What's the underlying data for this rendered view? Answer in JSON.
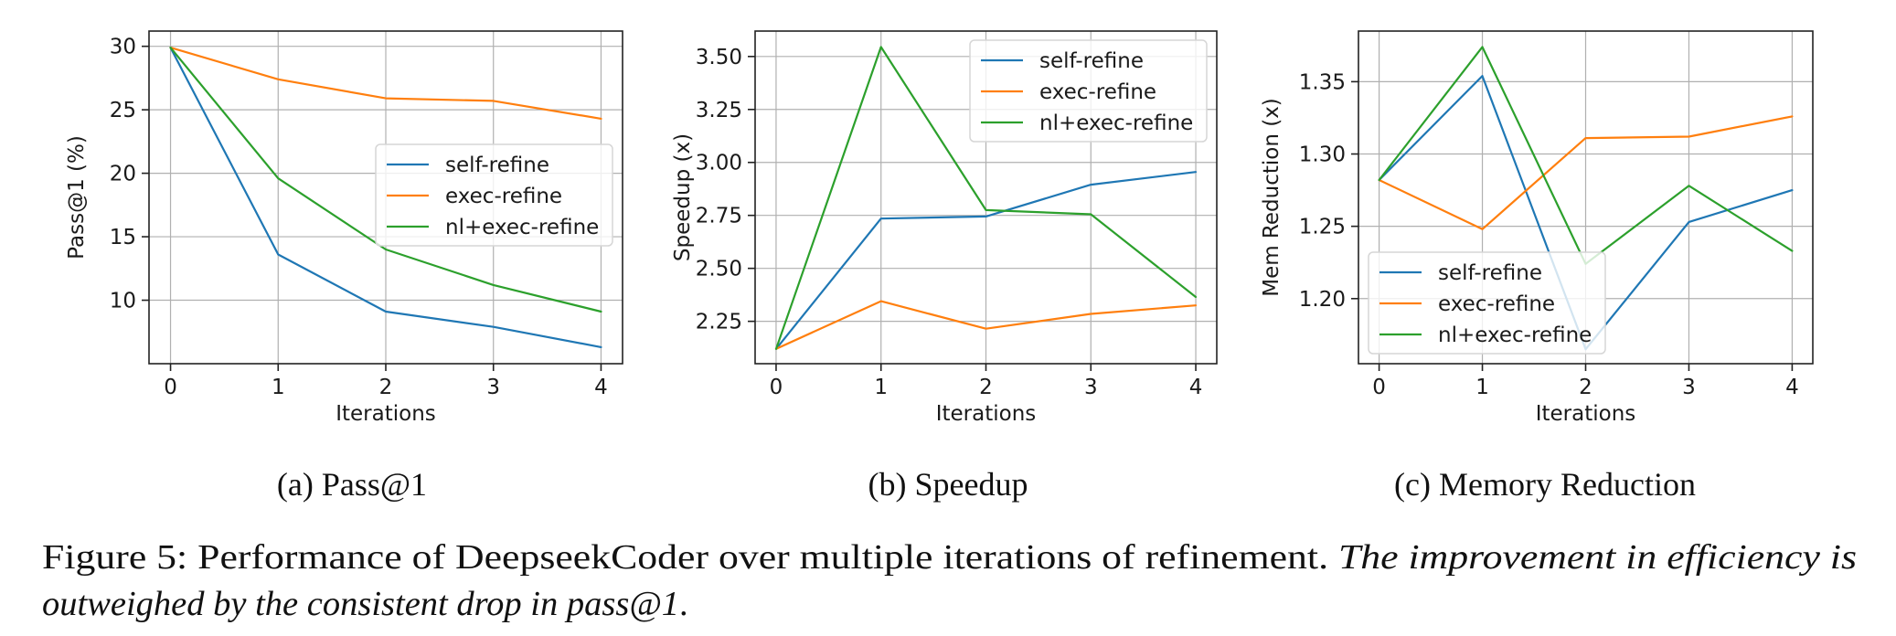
{
  "chart_data": [
    {
      "type": "line",
      "title": "",
      "subcaption": "(a) Pass@1",
      "xlabel": "Iterations",
      "ylabel": "Pass@1 (%)",
      "x": [
        0,
        1,
        2,
        3,
        4
      ],
      "xlim": [
        -0.2,
        4.2
      ],
      "ylim": [
        5.0,
        31.2
      ],
      "yticks": [
        10,
        15,
        20,
        25,
        30
      ],
      "ytick_labels": [
        "10",
        "15",
        "20",
        "25",
        "30"
      ],
      "grid": true,
      "legend_position": "center-right",
      "series": [
        {
          "name": "self-refine",
          "values": [
            29.9,
            13.6,
            9.1,
            7.9,
            6.3
          ],
          "color": "#1f77b4"
        },
        {
          "name": "exec-refine",
          "values": [
            29.9,
            27.4,
            25.9,
            25.7,
            24.3
          ],
          "color": "#ff7f0e"
        },
        {
          "name": "nl+exec-refine",
          "values": [
            29.9,
            19.6,
            14.0,
            11.2,
            9.1
          ],
          "color": "#2ca02c"
        }
      ]
    },
    {
      "type": "line",
      "title": "",
      "subcaption": "(b) Speedup",
      "xlabel": "Iterations",
      "ylabel": "Speedup (x)",
      "x": [
        0,
        1,
        2,
        3,
        4
      ],
      "xlim": [
        -0.2,
        4.2
      ],
      "ylim": [
        2.05,
        3.62
      ],
      "yticks": [
        2.25,
        2.5,
        2.75,
        3.0,
        3.25,
        3.5
      ],
      "ytick_labels": [
        "2.25",
        "2.50",
        "2.75",
        "3.00",
        "3.25",
        "3.50"
      ],
      "grid": true,
      "legend_position": "top-right",
      "series": [
        {
          "name": "self-refine",
          "values": [
            2.12,
            2.735,
            2.745,
            2.895,
            2.955
          ],
          "color": "#1f77b4"
        },
        {
          "name": "exec-refine",
          "values": [
            2.12,
            2.345,
            2.215,
            2.285,
            2.325
          ],
          "color": "#ff7f0e"
        },
        {
          "name": "nl+exec-refine",
          "values": [
            2.12,
            3.545,
            2.775,
            2.755,
            2.365
          ],
          "color": "#2ca02c"
        }
      ]
    },
    {
      "type": "line",
      "title": "",
      "subcaption": "(c) Memory Reduction",
      "xlabel": "Iterations",
      "ylabel": "Mem Reduction (x)",
      "x": [
        0,
        1,
        2,
        3,
        4
      ],
      "xlim": [
        -0.2,
        4.2
      ],
      "ylim": [
        1.155,
        1.385
      ],
      "yticks": [
        1.2,
        1.25,
        1.3,
        1.35
      ],
      "ytick_labels": [
        "1.20",
        "1.25",
        "1.30",
        "1.35"
      ],
      "grid": true,
      "legend_position": "lower-left",
      "series": [
        {
          "name": "self-refine",
          "values": [
            1.282,
            1.354,
            1.165,
            1.253,
            1.275
          ],
          "color": "#1f77b4"
        },
        {
          "name": "exec-refine",
          "values": [
            1.282,
            1.248,
            1.311,
            1.312,
            1.326
          ],
          "color": "#ff7f0e"
        },
        {
          "name": "nl+exec-refine",
          "values": [
            1.282,
            1.374,
            1.224,
            1.278,
            1.233
          ],
          "color": "#2ca02c"
        }
      ]
    }
  ],
  "caption": {
    "lead": "Figure 5: Performance of DeepseekCoder over multiple iterations of refinement.",
    "italic_line1": "The improvement in efficiency is",
    "italic_line2": "outweighed by the consistent drop in pass@1",
    "end": "."
  }
}
